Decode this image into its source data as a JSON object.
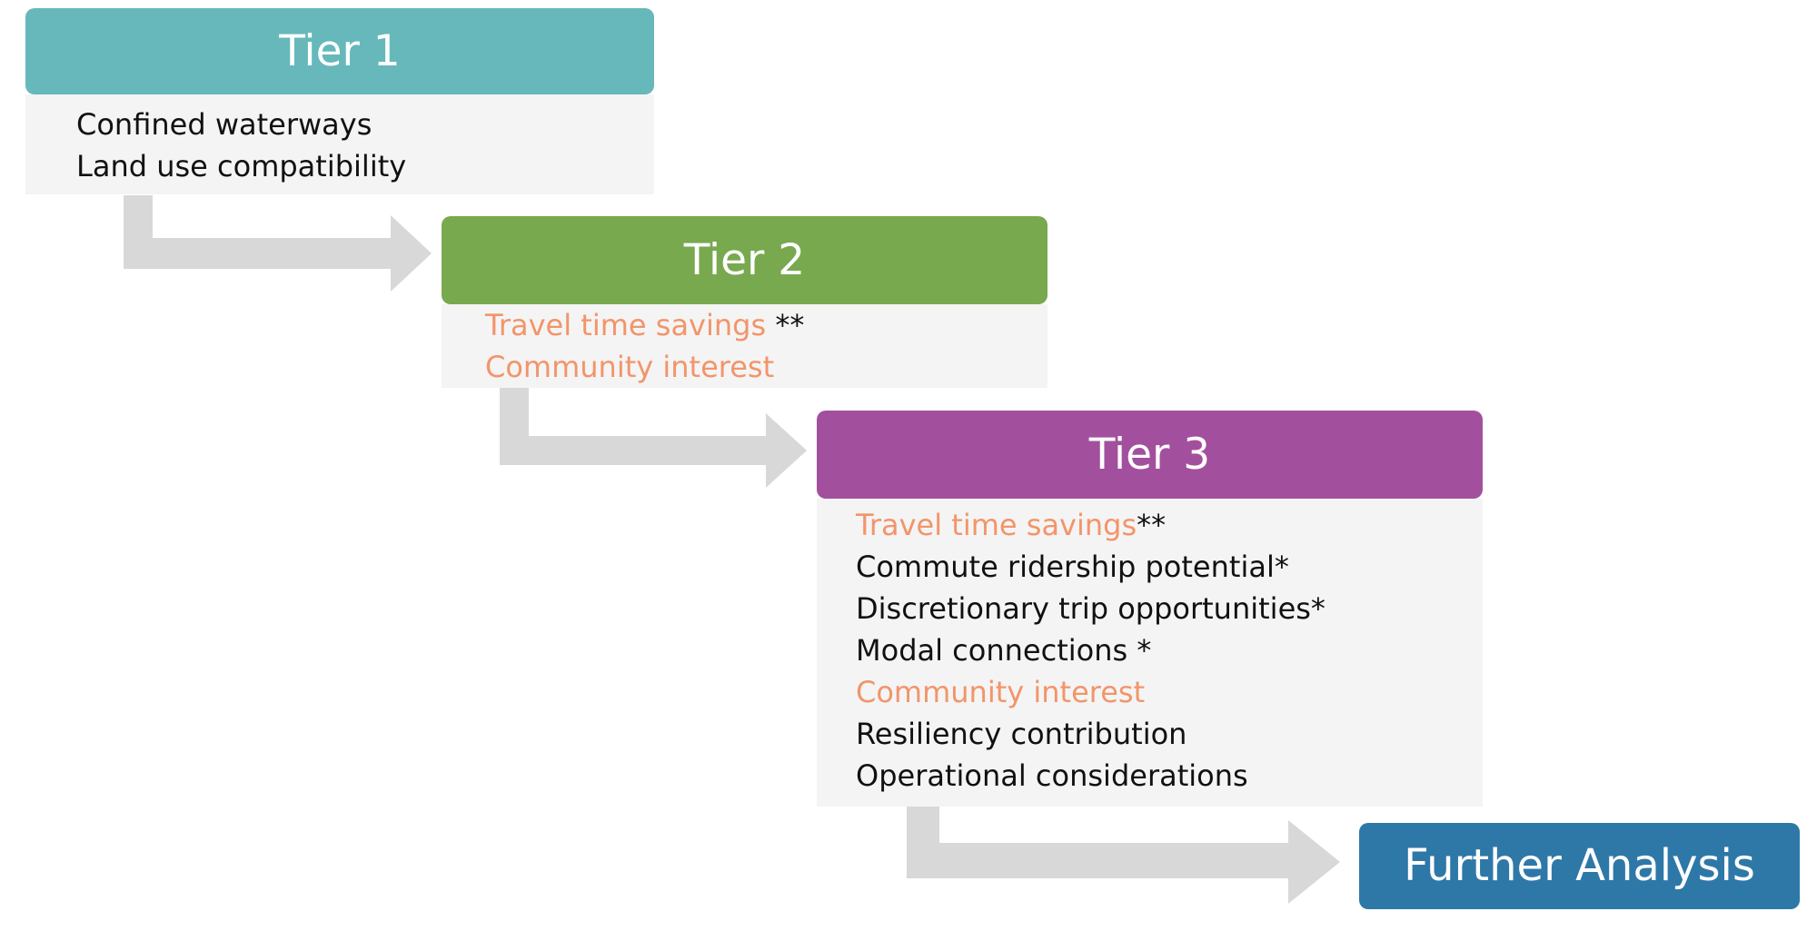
{
  "colors": {
    "tier1": "#66b8bb",
    "tier2": "#78a94e",
    "tier3": "#a2509e",
    "further": "#2e78a8",
    "highlight": "#f2956a",
    "arrow": "#d8d8d8"
  },
  "tiers": [
    {
      "title": "Tier 1",
      "items": [
        {
          "text": "Confined waterways",
          "suffix": "",
          "highlight": false
        },
        {
          "text": "Land use compatibility",
          "suffix": "",
          "highlight": false
        }
      ]
    },
    {
      "title": "Tier 2",
      "items": [
        {
          "text": "Travel time savings",
          "suffix": " **",
          "highlight": true
        },
        {
          "text": "Community interest",
          "suffix": "",
          "highlight": true
        }
      ]
    },
    {
      "title": "Tier 3",
      "items": [
        {
          "text": "Travel time savings",
          "suffix": "**",
          "highlight": true
        },
        {
          "text": "Commute ridership potential*",
          "suffix": "",
          "highlight": false
        },
        {
          "text": "Discretionary trip opportunities*",
          "suffix": "",
          "highlight": false
        },
        {
          "text": "Modal connections *",
          "suffix": "",
          "highlight": false
        },
        {
          "text": "Community interest",
          "suffix": "",
          "highlight": true
        },
        {
          "text": "Resiliency contribution",
          "suffix": "",
          "highlight": false
        },
        {
          "text": "Operational considerations",
          "suffix": "",
          "highlight": false
        }
      ]
    }
  ],
  "final_step": {
    "title": "Further Analysis"
  }
}
